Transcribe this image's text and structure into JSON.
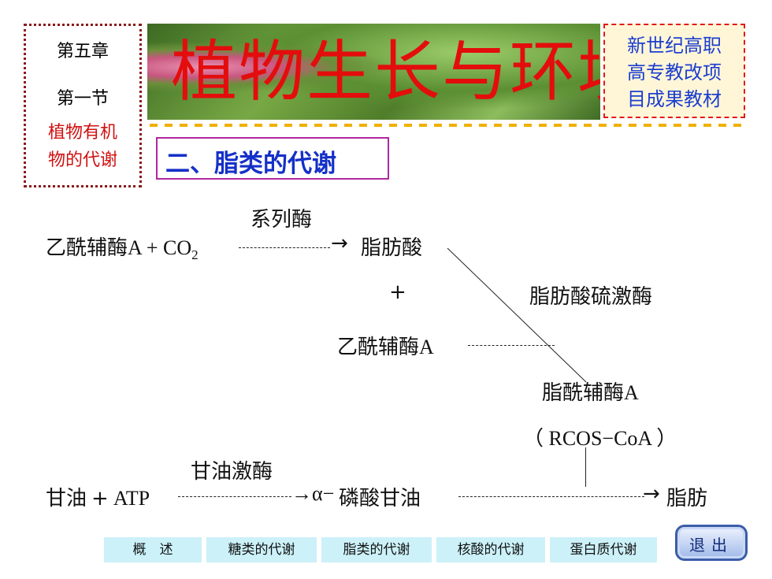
{
  "chapter": {
    "chapter_label": "第五章",
    "section_label": "第一节",
    "topic_line1": "植物有机",
    "topic_line2": "物的代谢"
  },
  "banner": {
    "title": "植物生长与环境"
  },
  "side_note": {
    "line1": "新世纪高职",
    "line2": "高专教改项",
    "line3": "目成果教材"
  },
  "section_heading": "二、脂类的代谢",
  "diagram": {
    "row1_left_a": "乙酰辅酶",
    "row1_left_b": "A + CO",
    "row1_left_sub": "2",
    "row1_enzyme": "系列酶",
    "row1_arrow": "→",
    "row1_product": "脂肪酸",
    "plus": "+",
    "enzyme2": "脂肪酸硫激酶",
    "row3_left_a": "乙酰辅酶",
    "row3_left_b": "A",
    "acyl_coa_a": "脂酰辅酶",
    "acyl_coa_b": "A",
    "acyl_coa_formula": "（ RCOS−CoA ）",
    "glycerol": "甘油",
    "glycerol_plus": "+",
    "atp": "ATP",
    "enzyme3": "甘油激酶",
    "arrow3": "→α−",
    "glycerol_phosphate": "磷酸甘油",
    "final_arrow": "→",
    "final_product": "脂肪"
  },
  "nav": {
    "overview": "概　述",
    "sugar": "糖类的代谢",
    "lipid": "脂类的代谢",
    "nucleic": "核酸的代谢",
    "protein": "蛋白质代谢",
    "exit": "退出"
  },
  "colors": {
    "title_red": "#e30d0d",
    "heading_blue": "#1530c8",
    "topic_red": "#d01010",
    "side_blue": "#1c3fcf",
    "nav_bg": "#ccf1f9"
  }
}
